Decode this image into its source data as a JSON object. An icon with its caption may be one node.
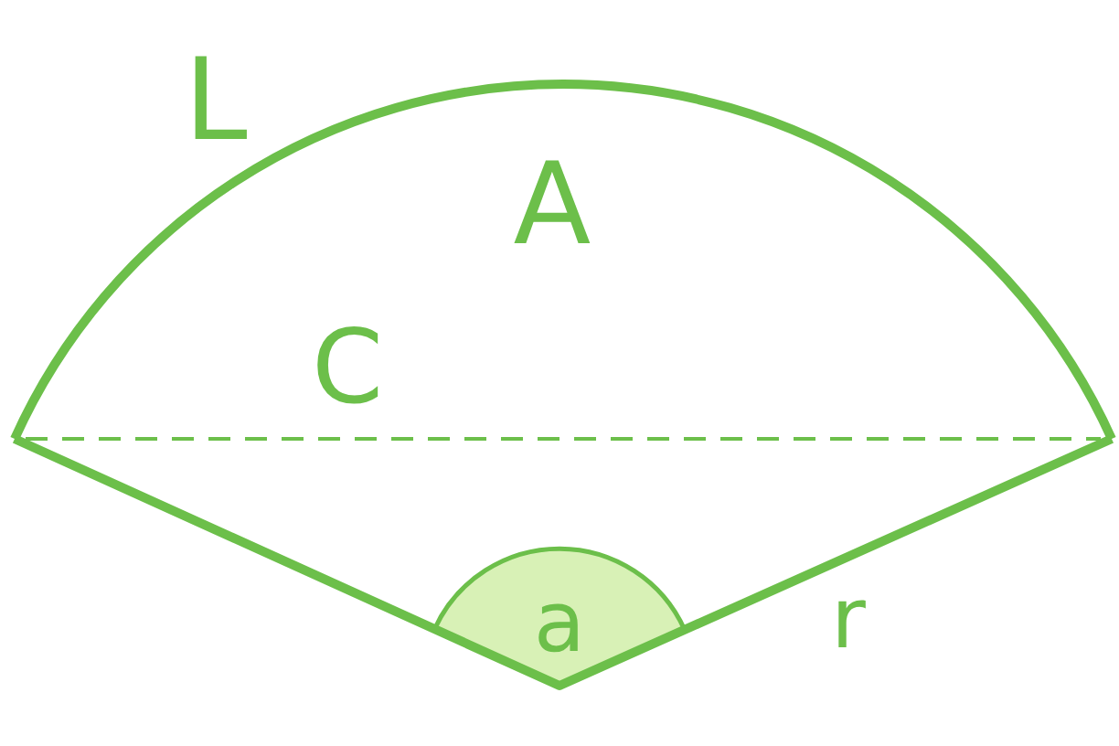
{
  "diagram": {
    "labels": [
      "L",
      "A",
      "C",
      "a",
      "r"
    ]
  }
}
